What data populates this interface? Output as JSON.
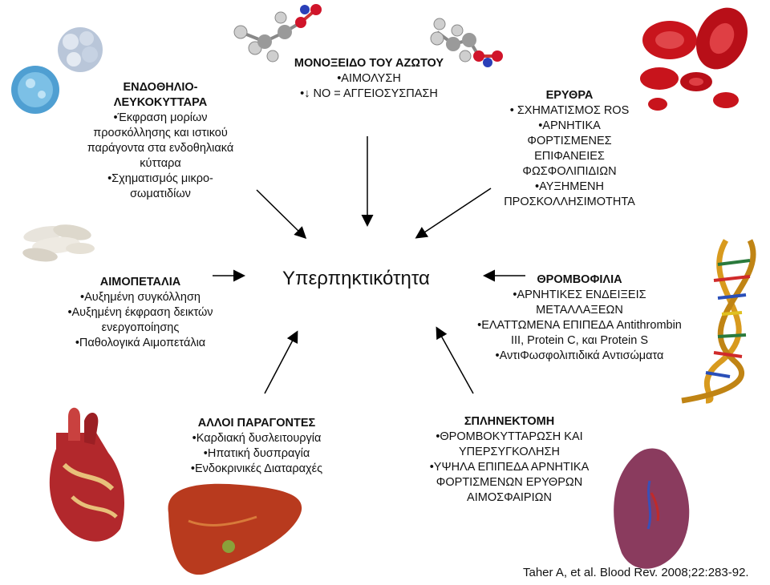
{
  "center": "Υπερπηκτικότητα",
  "citation": "Taher A, et al. Blood Rev. 2008;22:283-92.",
  "boxes": {
    "endothelial": {
      "title": [
        "ΕΝΔΟΘΗΛΙΟ-",
        "ΛΕΥΚΟΚΥΤΤΑΡΑ"
      ],
      "lines": [
        "•Έκφραση μορίων",
        "προσκόλλησης και ιστικού",
        "παράγοντα στα ενδοθηλιακά",
        "κύτταρα",
        "•Σχηματισμός μικρο-",
        "σωματιδίων"
      ]
    },
    "nitric": {
      "title": [
        "ΜΟΝΟΞΕΙΔΟ ΤΟΥ ΑΖΩΤΟΥ"
      ],
      "lines": [
        "•ΑΙΜΟΛΥΣΗ",
        "•↓ ΝΟ = ΑΓΓΕΙΟΣΥΣΠΑΣΗ"
      ]
    },
    "erythra": {
      "title": [
        "ΕΡΥΘΡΑ"
      ],
      "lines": [
        "• ΣΧΗΜΑΤΙΣΜΟΣ ROS",
        "•ΑΡΝΗΤΙΚΑ",
        "ΦΟΡΤΙΣΜΕΝΕΣ",
        "ΕΠΙΦΑΝΕΙΕΣ",
        "ΦΩΣΦΟΛΙΠΙΔΙΩΝ",
        "•ΑΥΞΗΜΕΝΗ",
        "ΠΡΟΣΚΟΛΛΗΣΙΜΟΤΗΤΑ"
      ]
    },
    "platelets": {
      "title": [
        "ΑΙΜΟΠΕΤΑΛΙΑ"
      ],
      "lines": [
        "•Αυξημένη συγκόλληση",
        "•Αυξημένη έκφραση δεικτών",
        "ενεργοποίησης",
        "•Παθολογικά Αιμοπετάλια"
      ]
    },
    "thrombophilia": {
      "title": [
        "ΘΡΟΜΒΟΦΙΛΙΑ"
      ],
      "lines": [
        "•ΑΡΝΗΤΙΚΕΣ ΕΝΔΕΙΞΕΙΣ",
        "ΜΕΤΑΛΛΑΞΕΩΝ",
        "•ΕΛΑΤΤΩΜΕΝΑ ΕΠΙΠΕΔΑ Antithrombin",
        "III, Protein C, και Protein S",
        "•ΑντιΦωσφολιπιδικά Αντισώματα"
      ]
    },
    "other": {
      "title": [
        "ΑΛΛΟΙ ΠΑΡΑΓΟΝΤΕΣ"
      ],
      "lines": [
        "•Καρδιακή δυσλειτουργία",
        "•Ηπατική δυσπραγία",
        "•Ενδοκρινικές Διαταραχές"
      ]
    },
    "splenectomy": {
      "title": [
        "ΣΠΛΗΝΕΚΤΟΜΗ"
      ],
      "lines": [
        "•ΘΡΟΜΒΟΚΥΤΤΑΡΩΣΗ ΚΑΙ",
        "ΥΠΕΡΣΥΓΚΟΛΗΣΗ",
        "•ΥΨΗΛΑ ΕΠΙΠΕΔΑ ΑΡΝΗΤΙΚΑ",
        "ΦΟΡΤΙΣΜΕΝΩΝ ΕΡΥΘΡΩΝ",
        "ΑΙΜΟΣΦΑΙΡΙΩΝ"
      ]
    }
  },
  "colors": {
    "blood_red": "#c8141c",
    "heart_red": "#b2282c",
    "liver": "#b83a1e",
    "spleen": "#8a3b5e",
    "molecule_gray": "#cfcfcf",
    "molecule_red": "#d0142a",
    "dna_gold": "#d89a1e",
    "cell_blue": "#5aa9d6"
  }
}
